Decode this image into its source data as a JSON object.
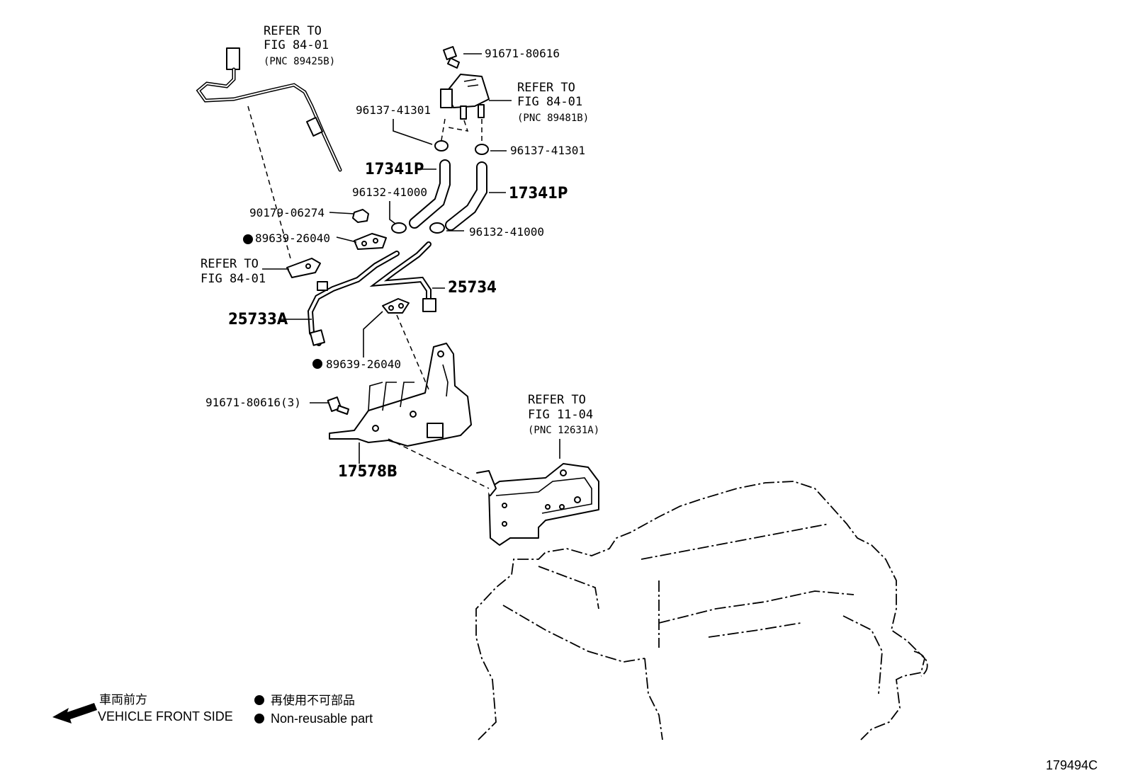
{
  "parts": {
    "sensor_top_ref": [
      "REFER TO",
      "FIG 84-01",
      "(PNC 89425B)"
    ],
    "bolt_top": "91671-80616",
    "vsv_ref": [
      "REFER TO",
      "FIG 84-01",
      "(PNC 89481B)"
    ],
    "clip_left": "96137-41301",
    "clip_right": "96137-41301",
    "hose_left": "17341P",
    "hose_right": "17341P",
    "clamp_left": "96132-41000",
    "clamp_right": "96132-41000",
    "nut": "90179-06274",
    "gasket_top": "89639-26040",
    "bracket_ref": [
      "REFER TO",
      "FIG 84-01"
    ],
    "pipe_right": "25734",
    "pipe_left": "25733A",
    "gasket_bottom": "89639-26040",
    "bolt_bracket": "91671-80616(3)",
    "bracket": "17578B",
    "engine_ref": [
      "REFER TO",
      "FIG 11-04",
      "(PNC 12631A)"
    ]
  },
  "legend": {
    "direction_jp": "車両前方",
    "direction_en": "VEHICLE FRONT SIDE",
    "nonreusable_jp": "再使用不可部品",
    "nonreusable_en": "Non-reusable part"
  },
  "figure_id": "179494C"
}
